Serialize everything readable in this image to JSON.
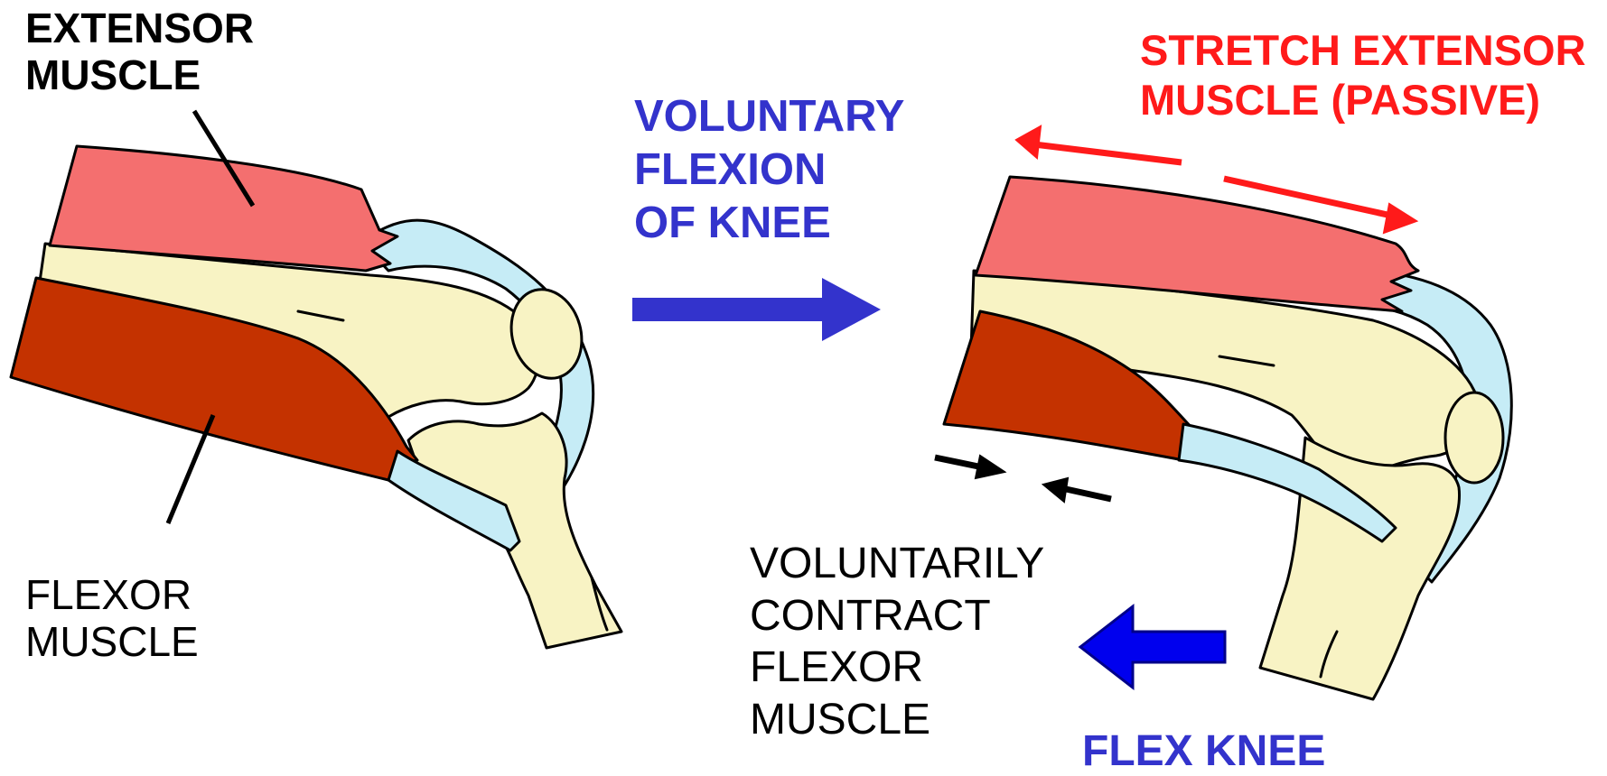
{
  "labels": {
    "extensor_muscle": [
      "EXTENSOR",
      "MUSCLE"
    ],
    "flexor_muscle": [
      "FLEXOR",
      "MUSCLE"
    ],
    "voluntary_flexion": [
      "VOLUNTARY",
      "FLEXION",
      "OF KNEE"
    ],
    "stretch_extensor": [
      "STRETCH EXTENSOR",
      "MUSCLE (PASSIVE)"
    ],
    "voluntarily_contract": [
      "VOLUNTARILY",
      "CONTRACT",
      "FLEXOR",
      "MUSCLE"
    ],
    "flex_knee": "FLEX KNEE"
  },
  "colors": {
    "extensor_muscle": "#f46f6f",
    "flexor_muscle": "#c43200",
    "bone": "#f8f3c4",
    "tendon": "#c6ecf6",
    "outline": "#000000",
    "blue_text": "#3333cc",
    "blue_arrow": "#0000ee",
    "red": "#ff1a1a"
  }
}
